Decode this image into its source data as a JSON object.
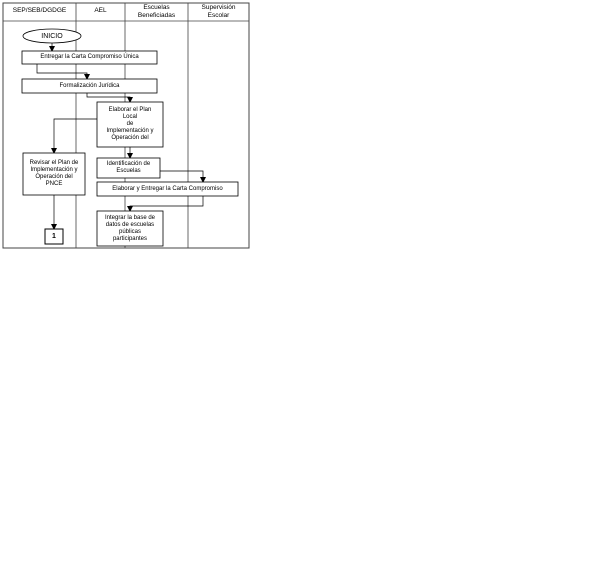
{
  "lanes": [
    {
      "header": "SEP/SEB/DGDGE"
    },
    {
      "header": "AEL"
    },
    {
      "header": "Escuelas\nBeneficiadas"
    },
    {
      "header": "Supervisión\nEscolar"
    }
  ],
  "nodes": {
    "inicio": "INICIO",
    "entregar_carta_unica": "Entregar la Carta Compromiso Única",
    "formalizacion": "Formalización Jurídica",
    "elaborar_plan": "Elaborar el Plan\nLocal\nde\nImplementación y\nOperación del",
    "revisar_plan": "Revisar el Plan de\nImplementación y\nOperación del\nPNCE",
    "identificacion": "Identificación de\nEscuelas",
    "elaborar_entregar": "Elaborar y Entregar la Carta Compromiso",
    "integrar_base": "Integrar la base de\ndatos de escuelas\npúblicas\nparticipantes",
    "connector": "1"
  }
}
